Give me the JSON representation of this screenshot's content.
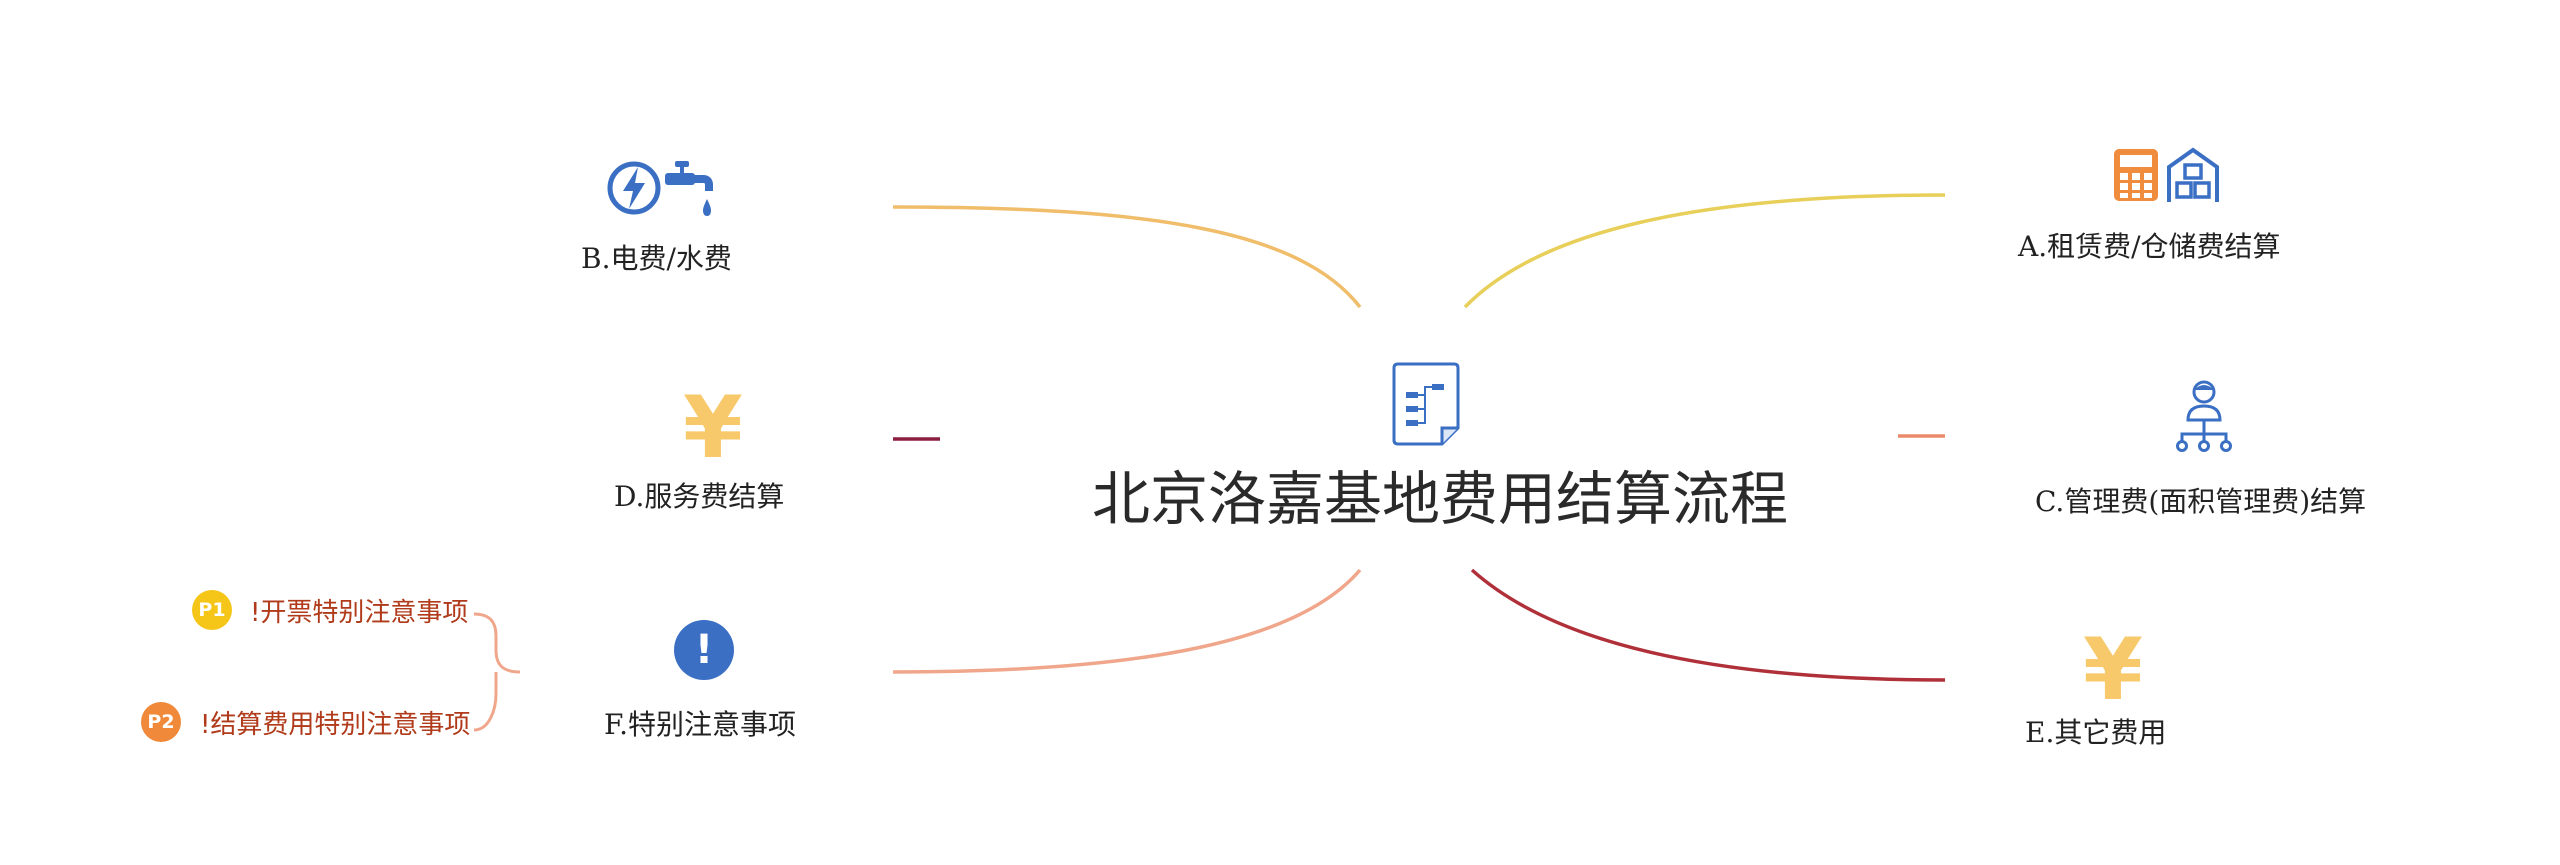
{
  "center": {
    "title": "北京洛嘉基地费用结算流程",
    "icon": "flowchart-document-icon"
  },
  "branches": {
    "a": {
      "label": "A.租赁费/仓储费结算",
      "icons": [
        "calculator-icon",
        "warehouse-icon"
      ],
      "color": "#e8cf5a"
    },
    "b": {
      "label": "B.电费/水费",
      "icons": [
        "electricity-icon",
        "water-tap-icon"
      ],
      "color": "#f0bd6a"
    },
    "c": {
      "label": "C.管理费(面积管理费)结算",
      "icons": [
        "organization-chart-icon"
      ],
      "color": "#ea8a6a"
    },
    "d": {
      "label": "D.服务费结算",
      "icons": [
        "yen-icon"
      ],
      "color": "#8b1e3f"
    },
    "e": {
      "label": "E.其它费用",
      "icons": [
        "yen-icon"
      ],
      "color": "#b0303a"
    },
    "f": {
      "label": "F.特别注意事项",
      "icons": [
        "exclamation-icon"
      ],
      "color": "#f0a68a",
      "children": [
        {
          "marker": "P1",
          "marker_color": "#f5c518",
          "label": "!开票特别注意事项"
        },
        {
          "marker": "P2",
          "marker_color": "#f08a3a",
          "label": "!结算费用特别注意事项"
        }
      ]
    }
  },
  "glyphs": {
    "yen": "¥",
    "exclamation": "!"
  },
  "colors": {
    "icon_blue": "#3a6fc4",
    "icon_orange": "#ef8c3e",
    "yen_gold": "#f7c96a",
    "child_text": "#b03a1a"
  }
}
